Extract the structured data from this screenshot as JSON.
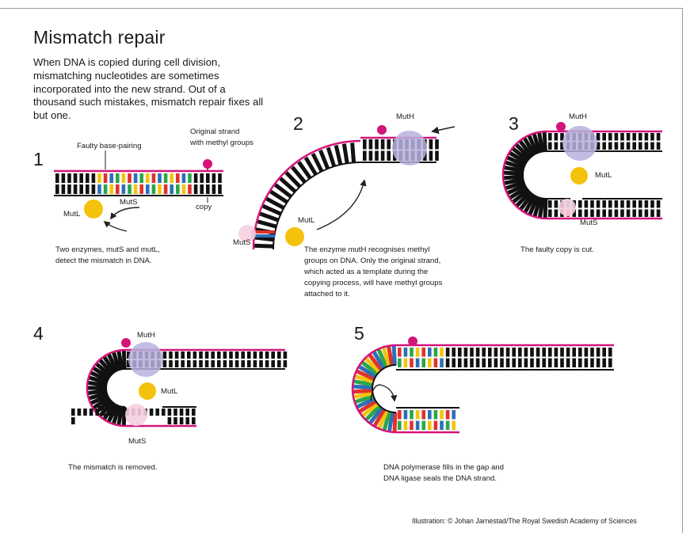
{
  "title": "Mismatch repair",
  "intro": "When DNA is copied during cell division, mismatching nucleotides are sometimes incorporated into the new strand. Out of a thousand such mistakes, mismatch repair fixes all but one.",
  "steps": [
    {
      "number": "1",
      "labels": {
        "faulty": "Faulty base-pairing",
        "original_1": "Original strand",
        "original_2": "with methyl groups",
        "copy": "copy",
        "muts": "MutS",
        "mutl": "MutL"
      },
      "caption": [
        "Two enzymes, mutS and mutL,",
        "detect the mismatch in DNA."
      ]
    },
    {
      "number": "2",
      "labels": {
        "muth": "MutH",
        "mutl": "MutL",
        "muts": "MutS"
      },
      "caption": [
        "The enzyme mutH recognises methyl",
        "groups on DNA. Only the original strand,",
        "which acted as a template during the",
        "copying process, will have methyl groups",
        "attached to it."
      ]
    },
    {
      "number": "3",
      "labels": {
        "muth": "MutH",
        "mutl": "MutL",
        "muts": "MutS"
      },
      "caption": [
        "The faulty copy is cut."
      ]
    },
    {
      "number": "4",
      "labels": {
        "muth": "MutH",
        "mutl": "MutL",
        "muts": "MutS"
      },
      "caption": [
        "The mismatch is removed."
      ]
    },
    {
      "number": "5",
      "labels": {},
      "caption": [
        "DNA polymerase fills in the gap and",
        "DNA ligase seals the DNA strand."
      ]
    }
  ],
  "credit": "Illustration: © Johan Jarnestad/The Royal Swedish Academy of Sciences",
  "colors": {
    "methyl_strand": "#d4147a",
    "base": "#111111",
    "mutl": "#f4c20d",
    "muth": "#b7b2dd",
    "muts": "#f5cfe0",
    "base_red": "#e0322a",
    "base_blue": "#2d6fb7",
    "base_green": "#2aa64a",
    "base_yellow": "#f3c40f"
  }
}
